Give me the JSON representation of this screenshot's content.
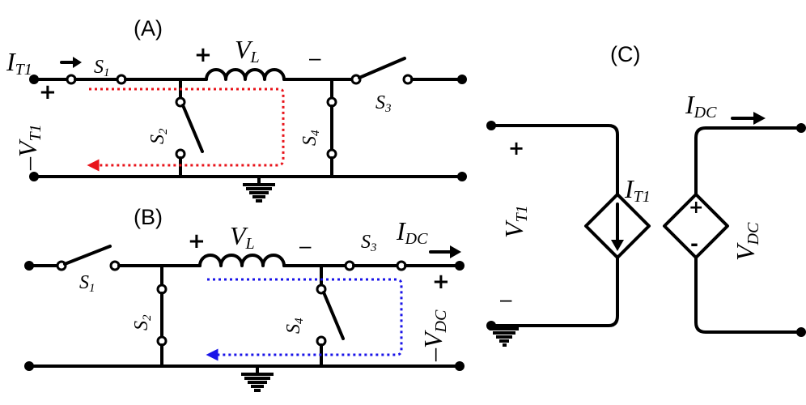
{
  "panels": {
    "a": {
      "title": "(A)",
      "i_label": "I",
      "i_sub": "T1",
      "s1": "S",
      "s1_sub": "1",
      "vl": "V",
      "vl_sub": "L",
      "vl_plus": "+",
      "vl_minus": "–",
      "s2": "S",
      "s2_sub": "2",
      "s3": "S",
      "s3_sub": "3",
      "s4": "S",
      "s4_sub": "4",
      "v_plus": "+",
      "v_minus": "–",
      "v_label": "V",
      "v_sub": "T1",
      "loop_color": "#e8141b"
    },
    "b": {
      "title": "(B)",
      "s1": "S",
      "s1_sub": "1",
      "vl": "V",
      "vl_sub": "L",
      "vl_plus": "+",
      "vl_minus": "–",
      "s2": "S",
      "s2_sub": "2",
      "s3": "S",
      "s3_sub": "3",
      "s4": "S",
      "s4_sub": "4",
      "i_label": "I",
      "i_sub": "DC",
      "v_plus": "+",
      "v_minus": "–",
      "v_label": "V",
      "v_sub": "DC",
      "loop_color": "#1a14e8"
    },
    "c": {
      "title": "(C)",
      "v_plus": "+",
      "v_minus": "–",
      "v_label": "V",
      "v_sub": "T1",
      "src_i": "I",
      "src_i_sub": "T1",
      "i_label": "I",
      "i_sub": "DC",
      "src_v": "V",
      "src_v_sub": "DC",
      "src_v_plus": "+",
      "src_v_minus": "-"
    }
  }
}
